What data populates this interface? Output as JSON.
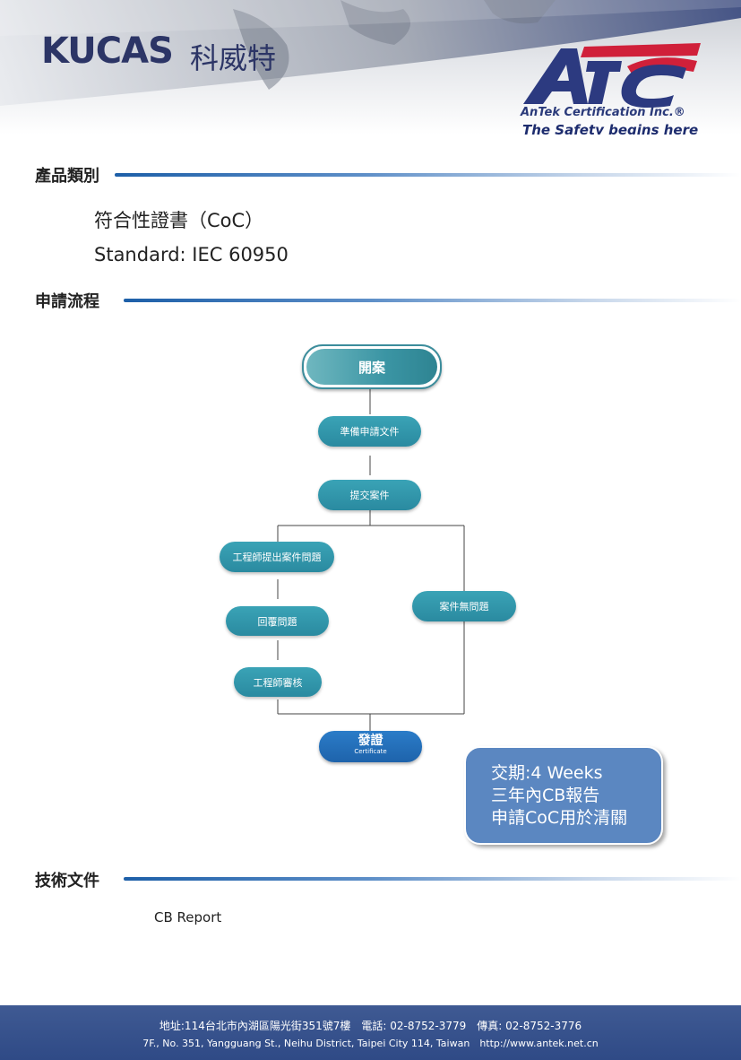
{
  "header": {
    "brand": "KUCAS",
    "brand_cn": "科威特",
    "logo_text": "ATC",
    "company": "AnTek Certification Inc.®",
    "slogan": "The Safety begins here"
  },
  "sections": {
    "product_category": "產品類別",
    "application_process": "申請流程",
    "technical_documents": "技術文件"
  },
  "product": {
    "certificate": "符合性證書（CoC）",
    "standard": "Standard: IEC 60950"
  },
  "flow": {
    "start": "開案",
    "prepare": "準備申請文件",
    "submit": "提交案件",
    "engineer_questions": "工程師提出案件問題",
    "reply": "回覆問題",
    "engineer_review": "工程師審核",
    "no_issue": "案件無問題",
    "issue": "發證",
    "issue_sub": "Certificate"
  },
  "info": {
    "line1": "交期:4 Weeks",
    "line2": "三年內CB報告",
    "line3": "申請CoC用於清關"
  },
  "documents": {
    "item1": "CB Report"
  },
  "footer": {
    "line1": "地址:114台北市內湖區陽光街351號7樓　電話: 02-8752-3779　傳真: 02-8752-3776",
    "line2": "7F., No. 351, Yangguang St., Neihu District, Taipei City 114, Taiwan　http://www.antek.net.cn"
  },
  "colors": {
    "brand_navy": "#2c3566",
    "flow_teal": "#2a8aa0",
    "issue_blue": "#1e63ab",
    "info_blue": "#5b87c1",
    "footer_blue": "#2f4a86",
    "logo_red": "#d0203a"
  }
}
